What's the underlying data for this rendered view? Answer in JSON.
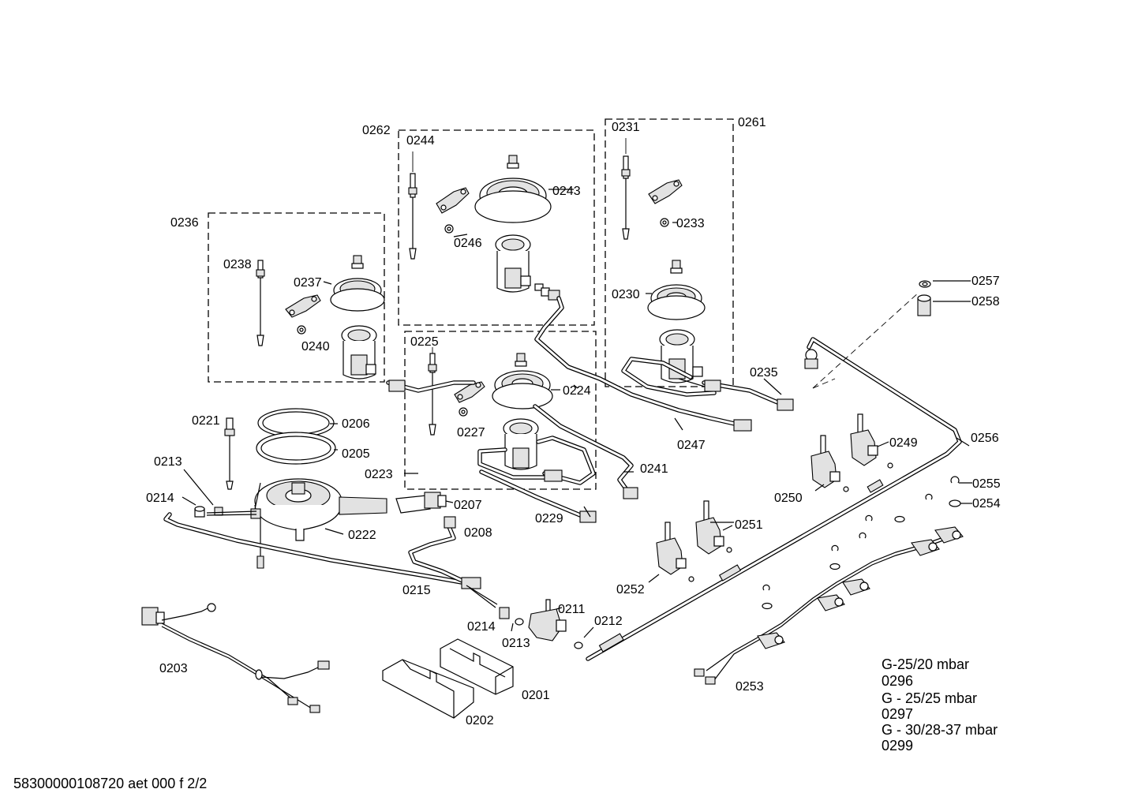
{
  "labels": {
    "l0262": "0262",
    "l0244": "0244",
    "l0243": "0243",
    "l0246": "0246",
    "l0231": "0231",
    "l0261": "0261",
    "l0233": "0233",
    "l0230": "0230",
    "l0236": "0236",
    "l0238": "0238",
    "l0237": "0237",
    "l0240": "0240",
    "l0225": "0225",
    "l0224": "0224",
    "l0227": "0227",
    "l0223": "0223",
    "l0241": "0241",
    "l0229": "0229",
    "l0247": "0247",
    "l0235": "0235",
    "l0257": "0257",
    "l0258": "0258",
    "l0256": "0256",
    "l0249": "0249",
    "l0250": "0250",
    "l0255": "0255",
    "l0254": "0254",
    "l0251": "0251",
    "l0252": "0252",
    "l0253": "0253",
    "l0221": "0221",
    "l0206": "0206",
    "l0205": "0205",
    "l0213a": "0213",
    "l0214a": "0214",
    "l0207": "0207",
    "l0208": "0208",
    "l0222": "0222",
    "l0215": "0215",
    "l0211": "0211",
    "l0212": "0212",
    "l0214b": "0214",
    "l0213b": "0213",
    "l0203": "0203",
    "l0201": "0201",
    "l0202": "0202"
  },
  "notes": {
    "n1": "G-25/20 mbar",
    "n2": "0296",
    "n3": "G - 25/25 mbar",
    "n4": "0297",
    "n5": "G - 30/28-37 mbar",
    "n6": "0299"
  },
  "footer": "58300000108720 aet 000 f 2/2"
}
